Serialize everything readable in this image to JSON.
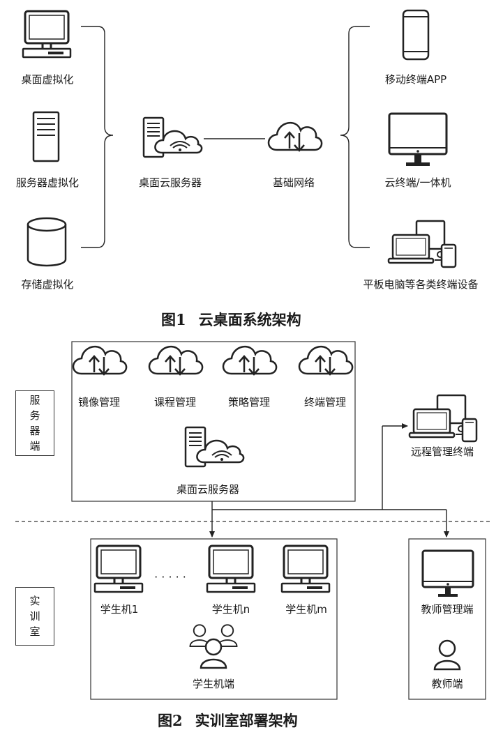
{
  "fig1": {
    "left_items": [
      "桌面虚拟化",
      "服务器虚拟化",
      "存储虚拟化"
    ],
    "server": "桌面云服务器",
    "network": "基础网络",
    "right_items": [
      "移动终端APP",
      "云终端/一体机",
      "平板电脑等各类终端设备"
    ],
    "caption_num": "图1",
    "caption_text": "云桌面系统架构"
  },
  "fig2": {
    "server_side_label": [
      "服",
      "务",
      "器",
      "端"
    ],
    "modules": [
      "镜像管理",
      "课程管理",
      "策略管理",
      "终端管理"
    ],
    "server": "桌面云服务器",
    "remote_terminal": "远程管理终端",
    "lab_label": [
      "实",
      "训",
      "室"
    ],
    "student_machines": [
      "学生机1",
      "学生机n",
      "学生机m"
    ],
    "ellipsis": "· · · · ·",
    "student_end": "学生机端",
    "teacher_mgmt": "教师管理端",
    "teacher_end": "教师端",
    "caption_num": "图2",
    "caption_text": "实训室部署架构"
  }
}
